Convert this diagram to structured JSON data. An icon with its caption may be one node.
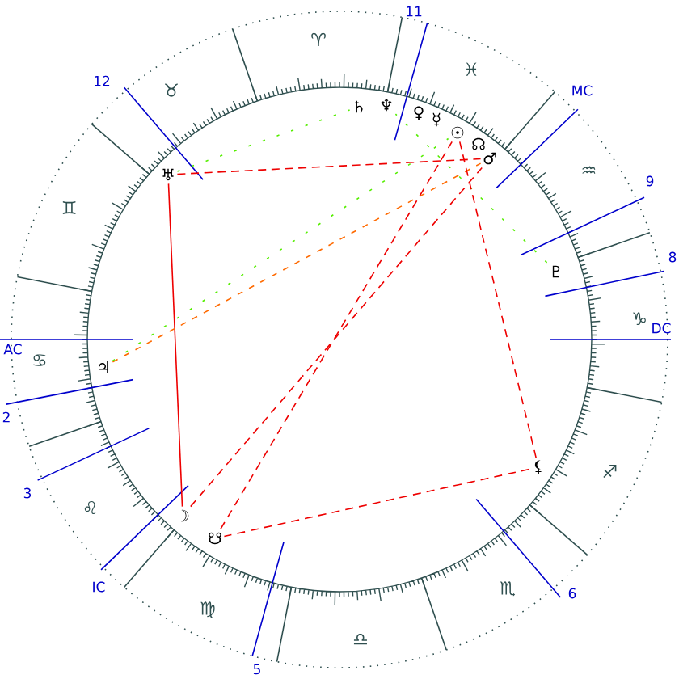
{
  "diagram": {
    "nodes": [
      {
        "text": [
          "♄"
        ]
      },
      {
        "text": [
          "♆"
        ]
      },
      {
        "text": [
          "♀"
        ]
      },
      {
        "text": [
          "☿"
        ]
      },
      {
        "text": [
          "☉"
        ]
      },
      {
        "text": [
          "☊"
        ]
      },
      {
        "text": [
          "♂"
        ]
      },
      {
        "text": [
          "♅"
        ]
      },
      {
        "text": [
          "♇"
        ]
      },
      {
        "text": [
          "♃"
        ]
      },
      {
        "text": [
          "⚸"
        ]
      },
      {
        "text": [
          "☽"
        ]
      },
      {
        "text": [
          "☋"
        ]
      }
    ],
    "edges": [
      {
        "from": 7,
        "to": 6,
        "arrow": "none",
        "style": "dashed"
      },
      {
        "from": 7,
        "to": 11,
        "arrow": "none"
      },
      {
        "from": 7,
        "to": 0,
        "arrow": "none",
        "style": "dashed",
        "color": "#55ee00"
      },
      {
        "from": 9,
        "to": 4,
        "arrow": "none",
        "style": "dashed",
        "color": "#55ee00"
      },
      {
        "from": 9,
        "to": 6,
        "arrow": "none",
        "style": "dashed",
        "color": "#ff6a00"
      },
      {
        "from": 8,
        "to": 1,
        "arrow": "none",
        "style": "dashed",
        "color": "#55ee00"
      },
      {
        "from": 11,
        "to": 6,
        "arrow": "none",
        "style": "dashed"
      },
      {
        "from": 12,
        "to": 4,
        "arrow": "none",
        "style": "dashed"
      },
      {
        "from": 10,
        "to": 4,
        "arrow": "none",
        "style": "dashed"
      },
      {
        "from": 10,
        "to": 12,
        "arrow": "none",
        "style": "dashed"
      }
    ],
    "labels": [
      "11",
      "♈",
      "♓",
      "12",
      "MC",
      "♉",
      "♒",
      "9",
      "♊",
      "8",
      "♑",
      "DC",
      "AC",
      "♋",
      "2",
      "♐",
      "3",
      "♌",
      "IC",
      "♏",
      "6",
      "♍",
      "♎",
      "5"
    ]
  }
}
